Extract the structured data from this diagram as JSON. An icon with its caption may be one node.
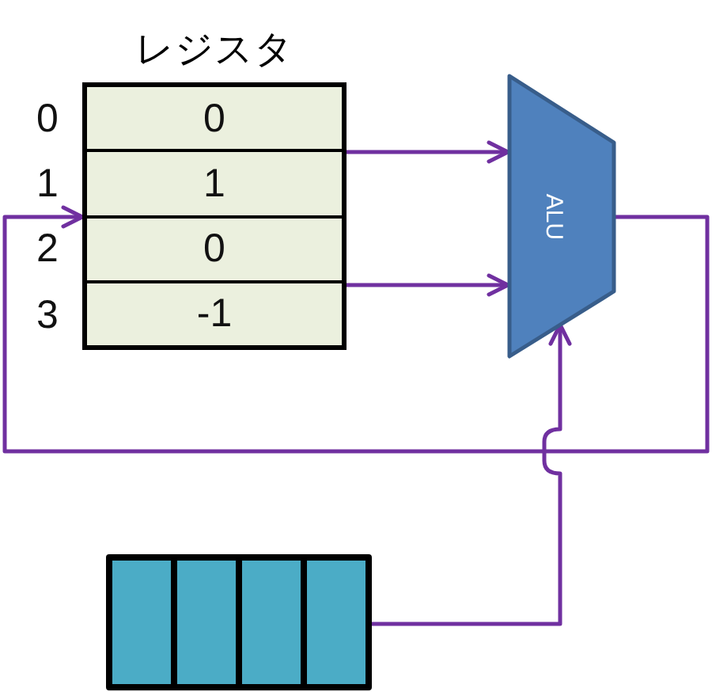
{
  "diagram": {
    "nodes": [
      {
        "text": [
          "レジスタ"
        ]
      },
      {
        "text": [
          "0"
        ],
        "in": 0
      },
      {
        "text": [
          "1"
        ],
        "in": 0
      },
      {
        "text": [
          "0"
        ],
        "in": 0
      },
      {
        "text": [
          "-1"
        ],
        "in": 0
      },
      {
        "text": [
          "ALU"
        ]
      },
      {
        "text": [],
        "shape": "box"
      }
    ],
    "edges": [
      {
        "from": 0,
        "to": 5,
        "arrow": "to"
      },
      {
        "from": 0,
        "to": 5,
        "arrow": "to"
      },
      {
        "from": 5,
        "to": 0,
        "arrow": "to"
      },
      {
        "from": 6,
        "to": 5,
        "arrow": "to"
      }
    ],
    "labels": [
      "0",
      "1",
      "2",
      "3"
    ]
  }
}
